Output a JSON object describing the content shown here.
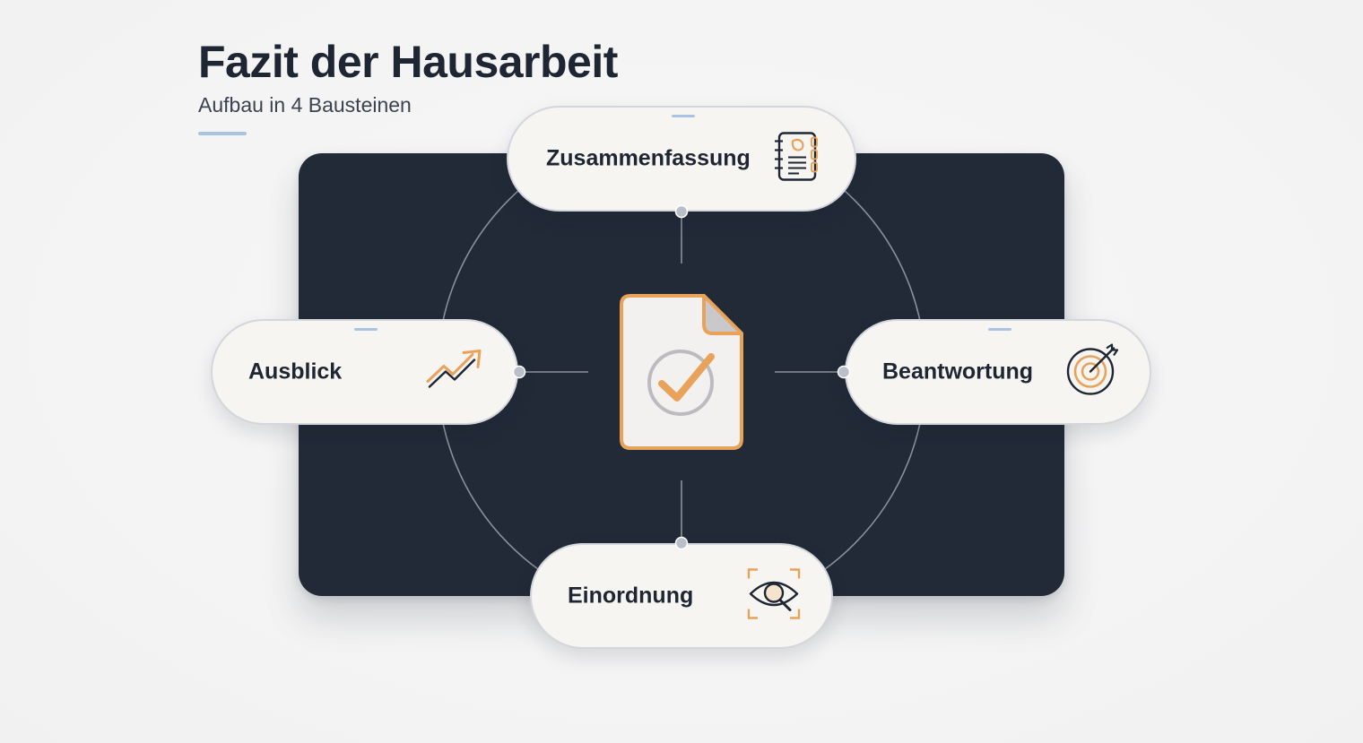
{
  "header": {
    "title": "Fazit der Hausarbeit",
    "subtitle": "Aufbau in 4 Bausteinen"
  },
  "center": {
    "icon": "document-check-icon"
  },
  "nodes": {
    "top": {
      "label": "Zusammenfassung",
      "icon": "notebook-icon"
    },
    "right": {
      "label": "Beantwortung",
      "icon": "target-icon"
    },
    "bottom": {
      "label": "Einordnung",
      "icon": "eye-focus-icon"
    },
    "left": {
      "label": "Ausblick",
      "icon": "trend-up-icon"
    }
  },
  "colors": {
    "panel": "#222a38",
    "accent": "#e9a25a",
    "pill": "#f6f5f1",
    "title": "#1f2633",
    "accent_line": "#a9c3e4"
  }
}
